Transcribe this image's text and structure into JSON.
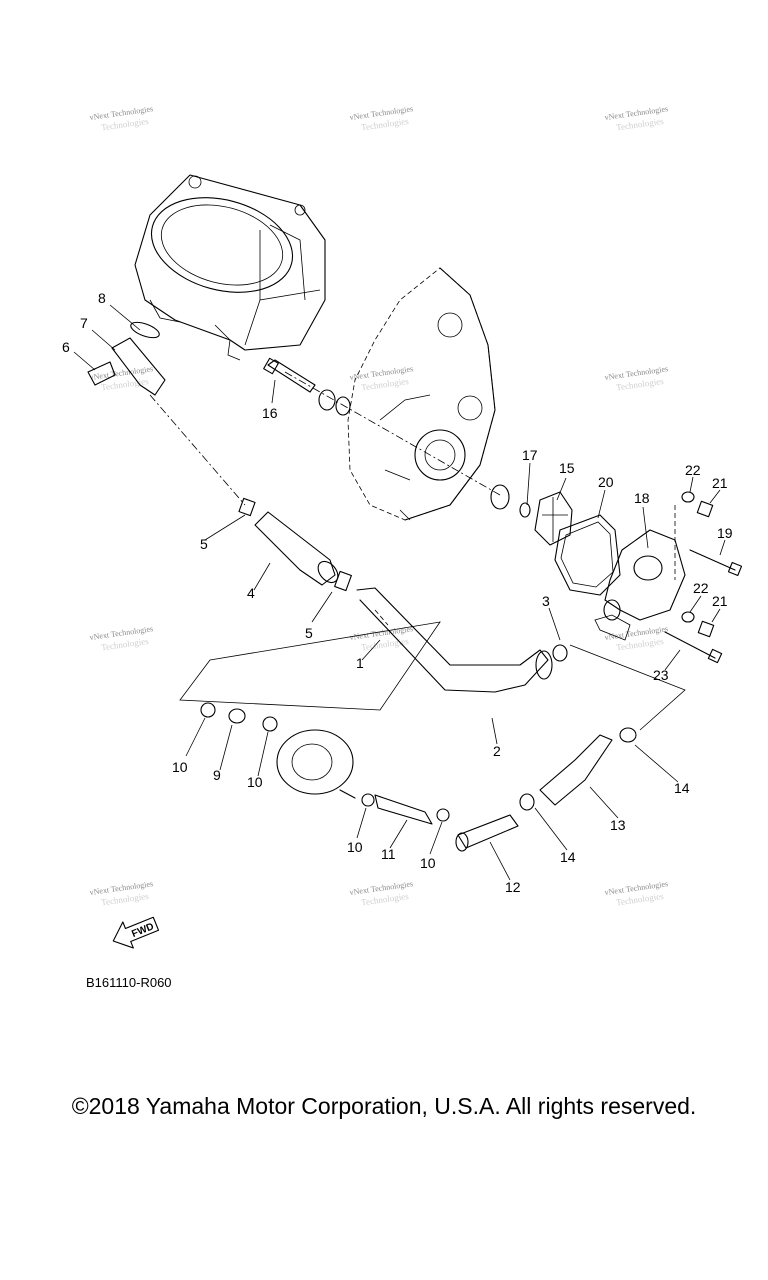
{
  "callouts": [
    "1",
    "2",
    "3",
    "4",
    "5",
    "5",
    "6",
    "7",
    "8",
    "9",
    "10",
    "10",
    "10",
    "10",
    "11",
    "12",
    "13",
    "14",
    "14",
    "15",
    "16",
    "17",
    "18",
    "19",
    "20",
    "21",
    "21",
    "22",
    "22",
    "23"
  ],
  "watermark": {
    "line1": "vNext Technologies",
    "line2": "Technologies"
  },
  "fwd_label": "FWD",
  "diagram_ref": "B161110-R060",
  "copyright": "©2018 Yamaha Motor Corporation, U.S.A. All rights reserved."
}
